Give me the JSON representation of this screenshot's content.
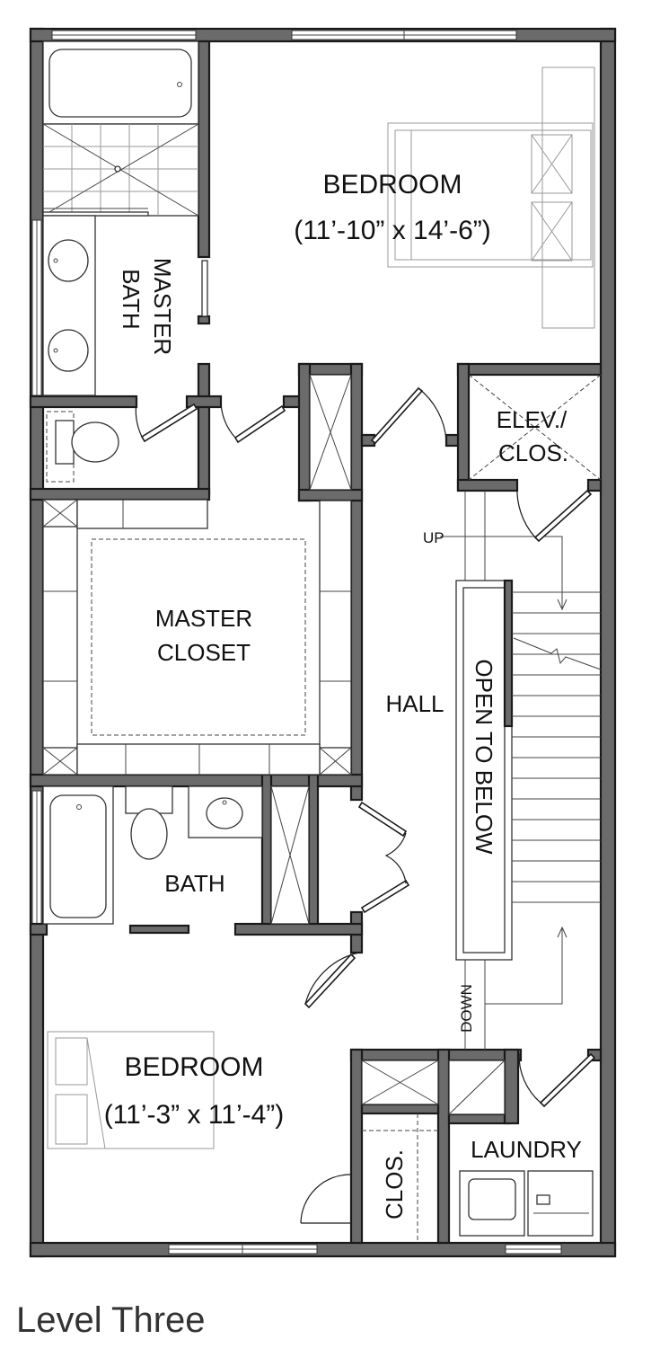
{
  "rooms": {
    "bedroom_top": {
      "name": "BEDROOM",
      "size": "(11’-10” x 14’-6”)"
    },
    "master_bath": {
      "line1": "MASTER",
      "line2": "BATH"
    },
    "elev_clos": {
      "line1": "ELEV./",
      "line2": "CLOS."
    },
    "master_closet": {
      "line1": "MASTER",
      "line2": "CLOSET"
    },
    "hall": "HALL",
    "open_to_below": "OPEN TO BELOW",
    "bath": "BATH",
    "bedroom_bottom": {
      "name": "BEDROOM",
      "size": "(11’-3” x 11’-4”)"
    },
    "clos": "CLOS.",
    "laundry": "LAUNDRY"
  },
  "stairs": {
    "up": "UP",
    "down": "DOWN"
  },
  "level_title": "Level Three",
  "colors": {
    "wall_fill": "#6b6b6b",
    "wall_outline": "#1a1a1a",
    "furniture_line": "#9a9a9a"
  }
}
